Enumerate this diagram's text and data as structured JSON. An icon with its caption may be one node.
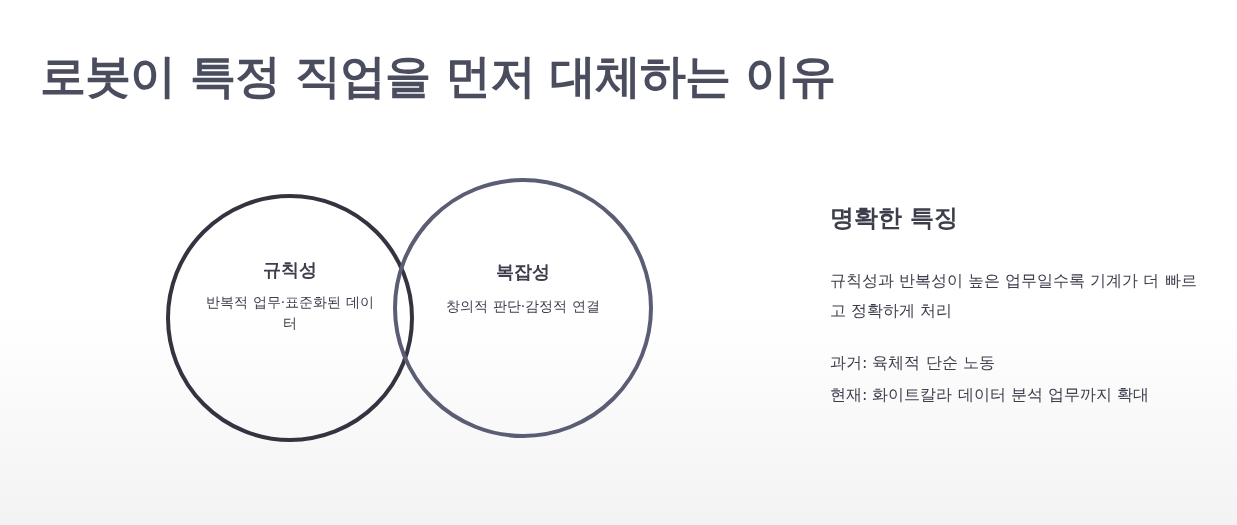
{
  "diagram": {
    "title": "로봇이 특정 직업을 먼저 대체하는 이유",
    "nodes": [
      {
        "text": [
          "규칙성",
          "반복적 업무·표준화된 데이터"
        ]
      },
      {
        "text": [
          "복잡성",
          "창의적 판단·감정적 연결"
        ]
      }
    ],
    "edges": [],
    "labels": [
      "명확한 특징",
      "규칙성과 반복성이 높은 업무일수록 기계가 더 빠르고 정확하게 처리",
      "과거: 육체적 단순 노동",
      "현재: 화이트칼라 데이터 분석 업무까지 확대"
    ]
  }
}
